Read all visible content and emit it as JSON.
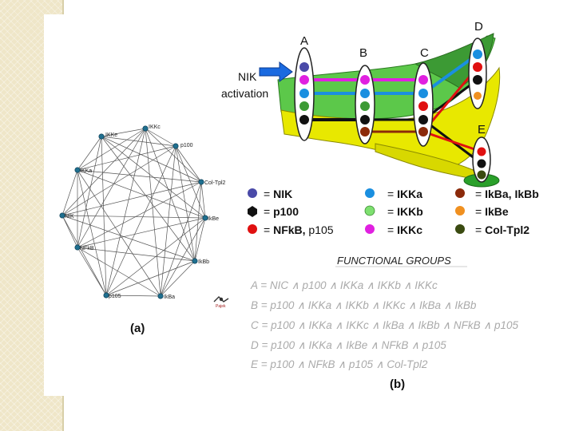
{
  "panel_a": {
    "label": "(a)",
    "nodes": [
      {
        "id": "ikke",
        "label": "IKKe"
      },
      {
        "id": "ikkc",
        "label": "IKKc"
      },
      {
        "id": "p100",
        "label": "p100"
      },
      {
        "id": "ikka",
        "label": "IKKa"
      },
      {
        "id": "coltpl2",
        "label": "Col-Tpl2"
      },
      {
        "id": "nik",
        "label": "NIK"
      },
      {
        "id": "ikbe",
        "label": "IkBe"
      },
      {
        "id": "nfkb",
        "label": "NFkB"
      },
      {
        "id": "ikbb",
        "label": "IkBb"
      },
      {
        "id": "p105",
        "label": "p105"
      },
      {
        "id": "ikba",
        "label": "IkBa"
      }
    ],
    "logo_text": "Pajek"
  },
  "panel_b": {
    "label": "(b)",
    "nik_label_line1": "NIK",
    "nik_label_line2": "activation",
    "group_labels": [
      "A",
      "B",
      "C",
      "D",
      "E"
    ],
    "legend": [
      {
        "color": "#4a4aa8",
        "text_bold": "NIK",
        "text_rest": ""
      },
      {
        "color": "#111111",
        "text_bold": "p100",
        "text_rest": ""
      },
      {
        "color": "#e01010",
        "text_bold": "NFkB,",
        "text_rest": " p105"
      },
      {
        "color": "#1a8fe0",
        "text_bold": "IKKa",
        "text_rest": ""
      },
      {
        "color": "#7ee070",
        "text_bold": "IKKb",
        "text_rest": ""
      },
      {
        "color": "#e020e0",
        "text_bold": "IKKc",
        "text_rest": ""
      },
      {
        "color": "#8b2a0a",
        "text_bold": "Ik",
        "text_rest": "Ba, Ik",
        "text_bold2": "Bb"
      },
      {
        "color": "#f09020",
        "text_bold": "IkBe",
        "text_rest": ""
      },
      {
        "color": "#3a4a10",
        "text_bold": "Col-Tpl2",
        "text_rest": ""
      }
    ],
    "legend_prefix": "=",
    "functional_groups_title": "FUNCTIONAL  GROUPS",
    "equations": [
      "A = NIC ∧ p100 ∧ IKKa ∧ IKKb ∧ IKKc",
      "B = p100 ∧ IKKa ∧ IKKb ∧ IKKc ∧ IkBa ∧ IkBb",
      "C = p100 ∧ IKKa ∧ IKKc ∧ IkBa ∧ IkBb ∧ NFkB ∧ p105",
      "D = p100 ∧ IKKa ∧ IkBe ∧ NFkB ∧ p105",
      "E = p100 ∧ NFkB ∧ p105 ∧ Col-Tpl2"
    ]
  }
}
